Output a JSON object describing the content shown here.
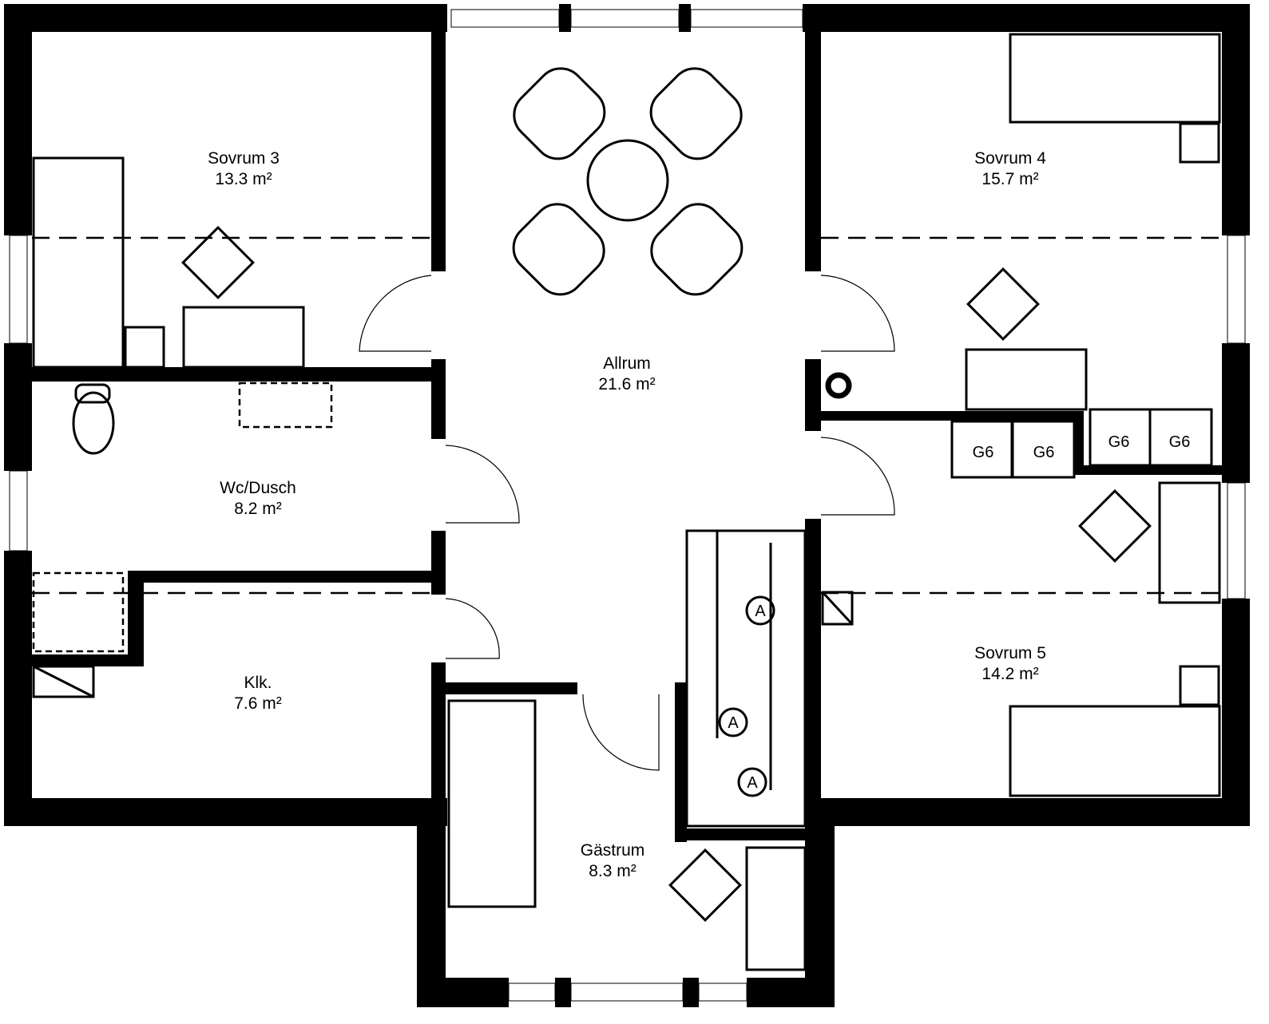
{
  "rooms": [
    {
      "name": "Sovrum 3",
      "area": "13.3 m²"
    },
    {
      "name": "Sovrum 4",
      "area": "15.7 m²"
    },
    {
      "name": "Allrum",
      "area": "21.6 m²"
    },
    {
      "name": "Wc/Dusch",
      "area": "8.2 m²"
    },
    {
      "name": "Klk.",
      "area": "7.6 m²"
    },
    {
      "name": "Sovrum 5",
      "area": "14.2 m²"
    },
    {
      "name": "Gästrum",
      "area": "8.3 m²"
    }
  ],
  "wardrobes": [
    "G6",
    "G6",
    "G6",
    "G6"
  ],
  "markers": [
    "A",
    "A",
    "A"
  ]
}
